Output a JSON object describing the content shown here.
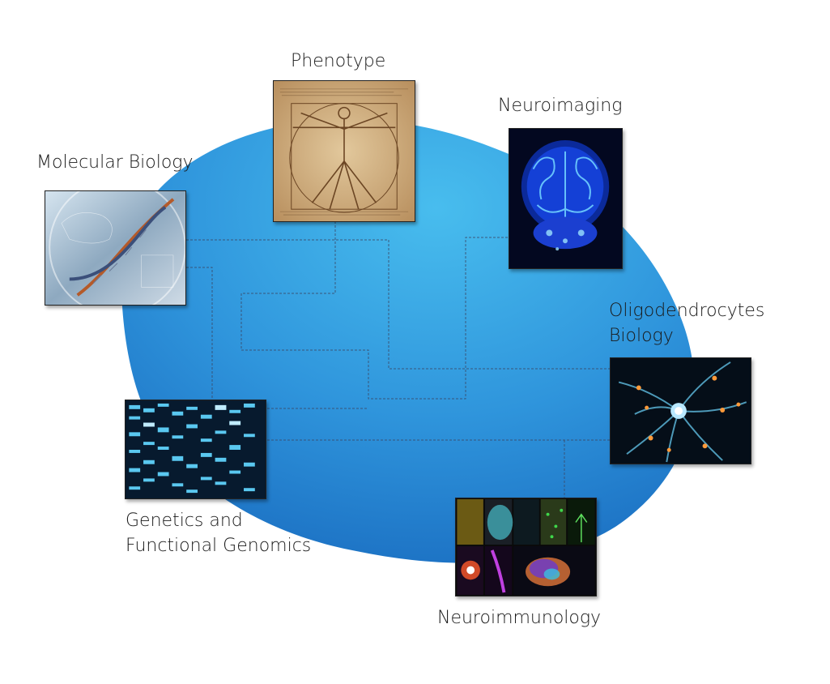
{
  "labels": {
    "phenotype": "Phenotype",
    "neuroimaging": "Neuroimaging",
    "molecular_biology": "Molecular Biology",
    "oligodendrocytes_line1": "Oligodendrocytes",
    "oligodendrocytes_line2": "Biology",
    "genetics_line1": "Genetics and",
    "genetics_line2": "Functional Genomics",
    "neuroimmunology": "Neuroimmunology"
  },
  "colors": {
    "blob_light": "#46b9ec",
    "blob_dark": "#1f78c8",
    "connector": "#3a4a6a"
  }
}
